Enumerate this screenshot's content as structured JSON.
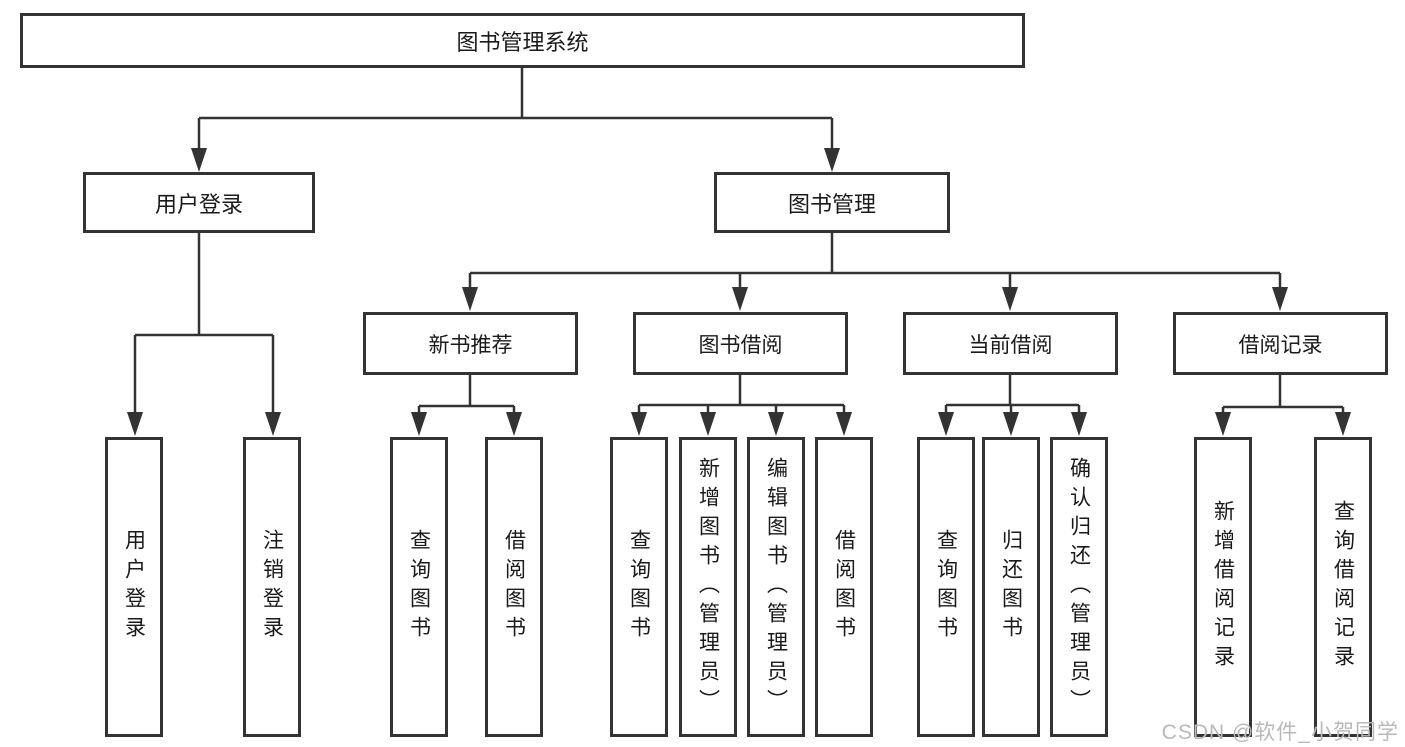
{
  "diagram": {
    "title": "图书管理系统",
    "watermark": "CSDN @软件_小贺同学",
    "colors": {
      "line": "#333333",
      "box_border": "#333333",
      "box_fill": "#ffffff",
      "text": "#1a1a1a",
      "watermark": "#b9b9b9",
      "background": "#ffffff"
    },
    "tree": {
      "label": "图书管理系统",
      "children": [
        {
          "label": "用户登录",
          "children": [
            {
              "label": "用户登录"
            },
            {
              "label": "注销登录"
            }
          ]
        },
        {
          "label": "图书管理",
          "children": [
            {
              "label": "新书推荐",
              "children": [
                {
                  "label": "查询图书"
                },
                {
                  "label": "借阅图书"
                }
              ]
            },
            {
              "label": "图书借阅",
              "children": [
                {
                  "label": "查询图书"
                },
                {
                  "label": "新增图书（管理员）"
                },
                {
                  "label": "编辑图书（管理员）"
                },
                {
                  "label": "借阅图书"
                }
              ]
            },
            {
              "label": "当前借阅",
              "children": [
                {
                  "label": "查询图书"
                },
                {
                  "label": "归还图书"
                },
                {
                  "label": "确认归还（管理员）"
                }
              ]
            },
            {
              "label": "借阅记录",
              "children": [
                {
                  "label": "新增借阅记录"
                },
                {
                  "label": "查询借阅记录"
                }
              ]
            }
          ]
        }
      ]
    }
  }
}
